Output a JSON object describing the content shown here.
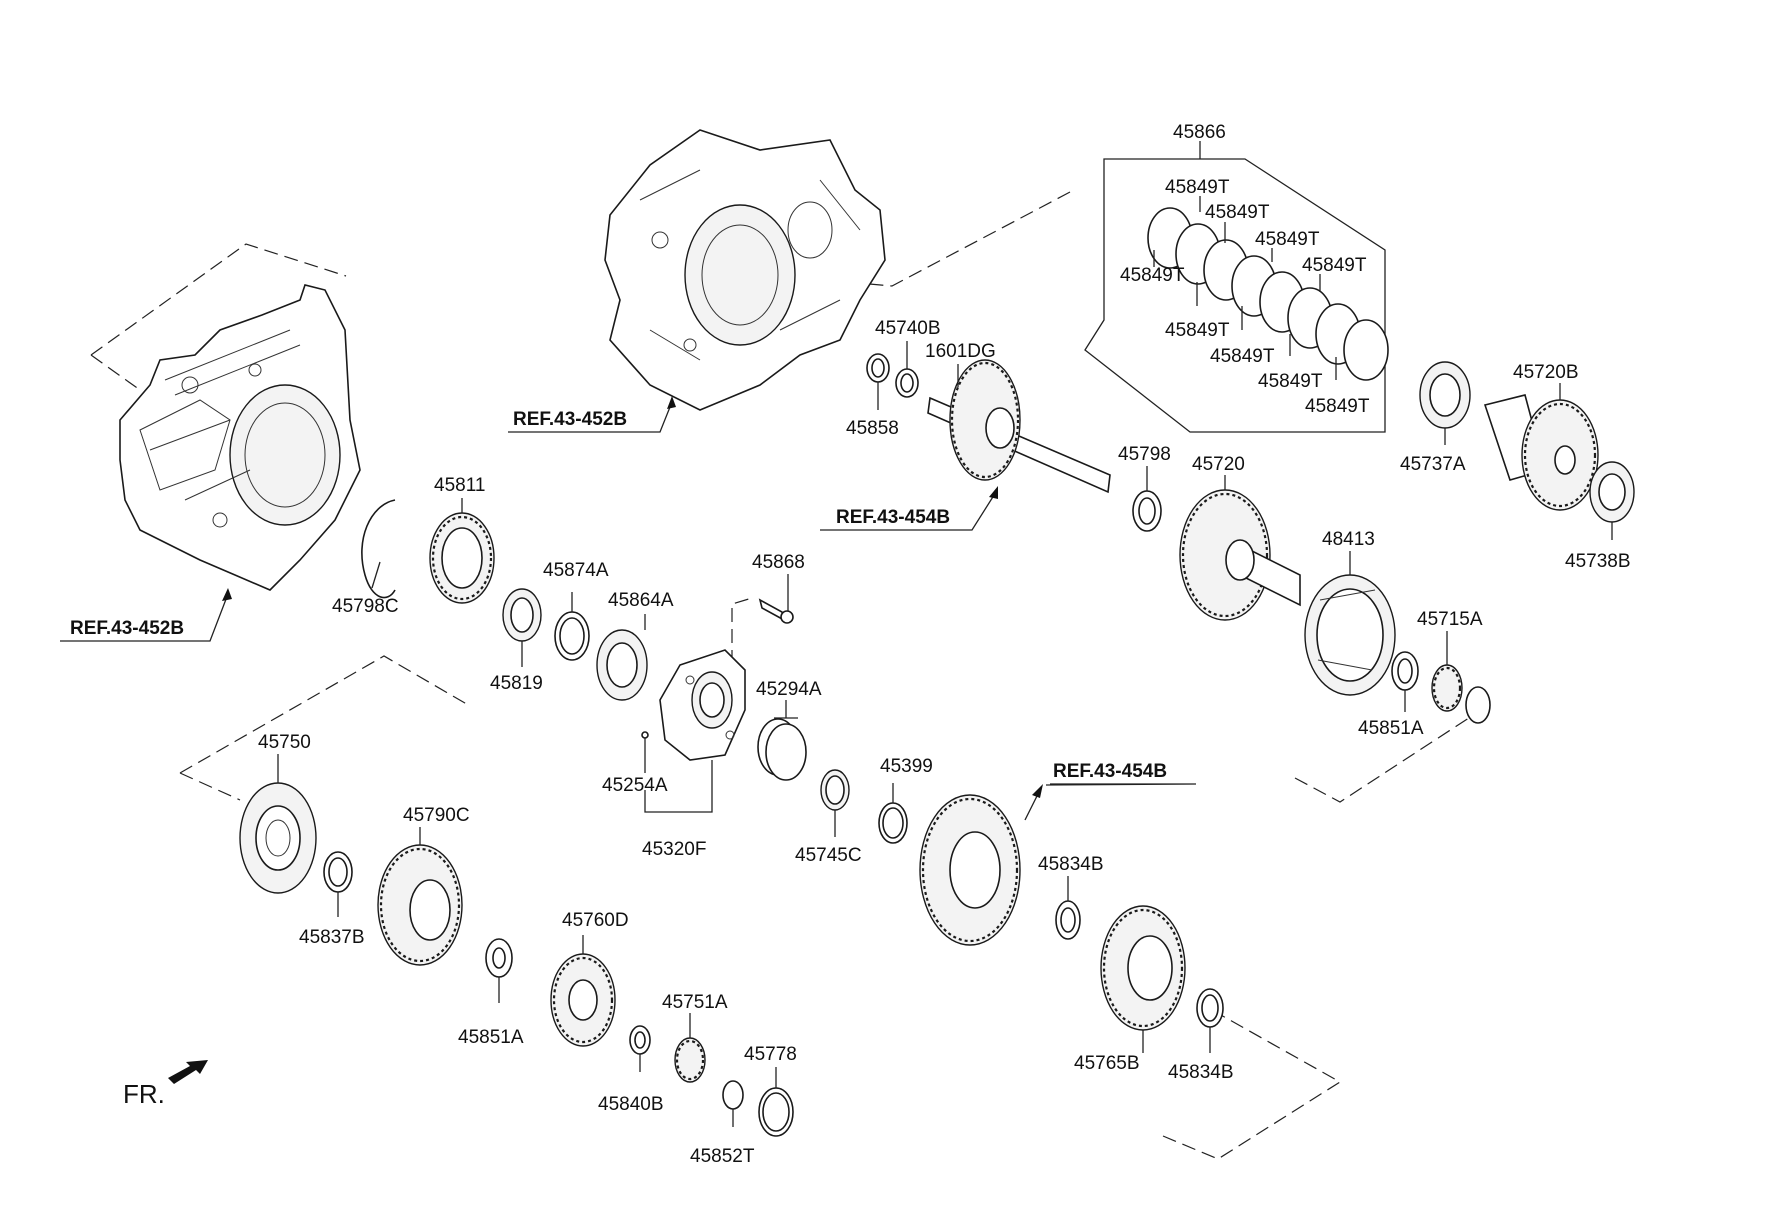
{
  "labels": {
    "p45866": "45866",
    "p45849T_1": "45849T",
    "p45849T_2": "45849T",
    "p45849T_3": "45849T",
    "p45849T_4": "45849T",
    "p45849T_5": "45849T",
    "p45849T_6": "45849T",
    "p45849T_7": "45849T",
    "p45849T_8": "45849T",
    "p45849T_9": "45849T",
    "p45740B": "45740B",
    "p1601DG": "1601DG",
    "p45858": "45858",
    "p45720B": "45720B",
    "p45737A": "45737A",
    "p45738B": "45738B",
    "p45798": "45798",
    "p45720": "45720",
    "p48413": "48413",
    "p45715A": "45715A",
    "p45851A_1": "45851A",
    "p45811": "45811",
    "p45798C": "45798C",
    "p45874A": "45874A",
    "p45864A": "45864A",
    "p45819": "45819",
    "p45868": "45868",
    "p45294A": "45294A",
    "p45254A": "45254A",
    "p45320F": "45320F",
    "p45750": "45750",
    "p45790C": "45790C",
    "p45837B": "45837B",
    "p45399": "45399",
    "p45745C": "45745C",
    "p45834B_1": "45834B",
    "p45834B_2": "45834B",
    "p45760D": "45760D",
    "p45851A_2": "45851A",
    "p45751A": "45751A",
    "p45778": "45778",
    "p45840B": "45840B",
    "p45852T": "45852T",
    "p45765B": "45765B"
  },
  "refs": {
    "ref_452B_top": "REF.43-452B",
    "ref_452B_left": "REF.43-452B",
    "ref_454B_mid": "REF.43-454B",
    "ref_454B_low": "REF.43-454B"
  },
  "direction": {
    "fr_label": "FR."
  }
}
